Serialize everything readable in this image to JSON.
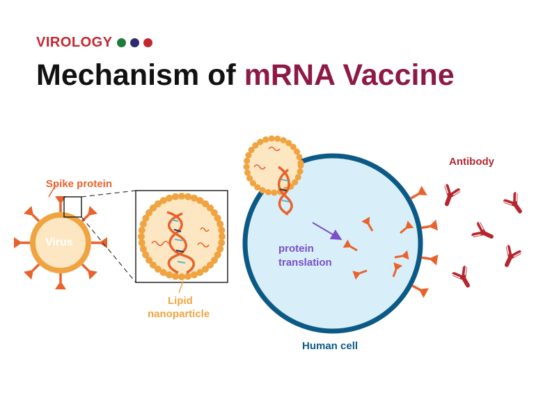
{
  "header": {
    "category": "VIROLOGY",
    "title_part1": "Mechanism of",
    "title_part2": "mRNA Vaccine",
    "dot_colors": [
      "#1f7a3b",
      "#2e2a6e",
      "#c4262f"
    ]
  },
  "labels": {
    "spike_protein": "Spike protein",
    "virus": "Virus",
    "lipid": "Lipid",
    "nanoparticle": "nanoparticle",
    "protein": "protein",
    "translation": "translation",
    "human_cell": "Human cell",
    "antibody": "Antibody"
  },
  "colors": {
    "orange": "#f0a441",
    "spike": "#e8622c",
    "cell_fill": "#d8eef8",
    "cell_border": "#0b5a86",
    "antibody": "#b7262f",
    "arrow": "#7a4fc9",
    "title_accent": "#8d1a45"
  }
}
